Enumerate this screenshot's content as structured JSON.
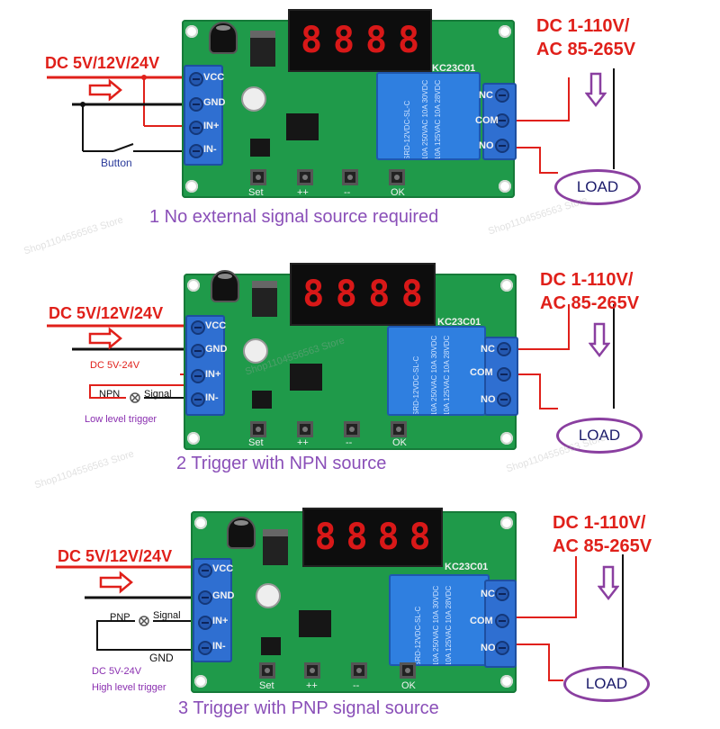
{
  "panels": [
    {
      "supply_label": "DC 5V/12V/24V",
      "pins": [
        "VCC",
        "GND",
        "IN+",
        "IN-"
      ],
      "relay_pins": [
        "NC",
        "COM",
        "NO"
      ],
      "display_digits": [
        "8",
        "8",
        "8",
        "8"
      ],
      "model": "KC23C01",
      "buttons": [
        "Set",
        "++",
        "--",
        "OK"
      ],
      "ac_line1": "DC 1-110V/",
      "ac_line2": "AC 85-265V",
      "load": "LOAD",
      "caption": "1 No external signal source required",
      "extra": {
        "button": "Button"
      }
    },
    {
      "supply_label": "DC 5V/12V/24V",
      "pins": [
        "VCC",
        "GND",
        "IN+",
        "IN-"
      ],
      "relay_pins": [
        "NC",
        "COM",
        "NO"
      ],
      "display_digits": [
        "8",
        "8",
        "8",
        "8"
      ],
      "model": "KC23C01",
      "buttons": [
        "Set",
        "++",
        "--",
        "OK"
      ],
      "ac_line1": "DC 1-110V/",
      "ac_line2": "AC 85-265V",
      "load": "LOAD",
      "caption": "2 Trigger with NPN source",
      "extra": {
        "dc_range": "DC 5V-24V",
        "npn": "NPN",
        "signal": "Signal",
        "trigger": "Low  level trigger"
      }
    },
    {
      "supply_label": "DC 5V/12V/24V",
      "pins": [
        "VCC",
        "GND",
        "IN+",
        "IN-"
      ],
      "relay_pins": [
        "NC",
        "COM",
        "NO"
      ],
      "display_digits": [
        "8",
        "8",
        "8",
        "8"
      ],
      "model": "KC23C01",
      "buttons": [
        "Set",
        "++",
        "--",
        "OK"
      ],
      "ac_line1": "DC 1-110V/",
      "ac_line2": "AC 85-265V",
      "load": "LOAD",
      "caption": "3 Trigger with PNP signal source",
      "extra": {
        "pnp": "PNP",
        "signal": "Signal",
        "gnd": "GND",
        "dc_range": "DC 5V-24V",
        "trigger": "High level trigger"
      }
    }
  ],
  "relay_print": {
    "line1": "SRD-12VDC-SL-C",
    "line2": "10A 250VAC 10A 30VDC",
    "line3": "10A 125VAC 10A 28VDC"
  },
  "watermark": "Shop1104556563 Store",
  "colors": {
    "wire_red": "#e0201a",
    "board_green": "#1f9a4a",
    "terminal_blue": "#2f6fd1",
    "caption_purple": "#8a4fb8"
  }
}
